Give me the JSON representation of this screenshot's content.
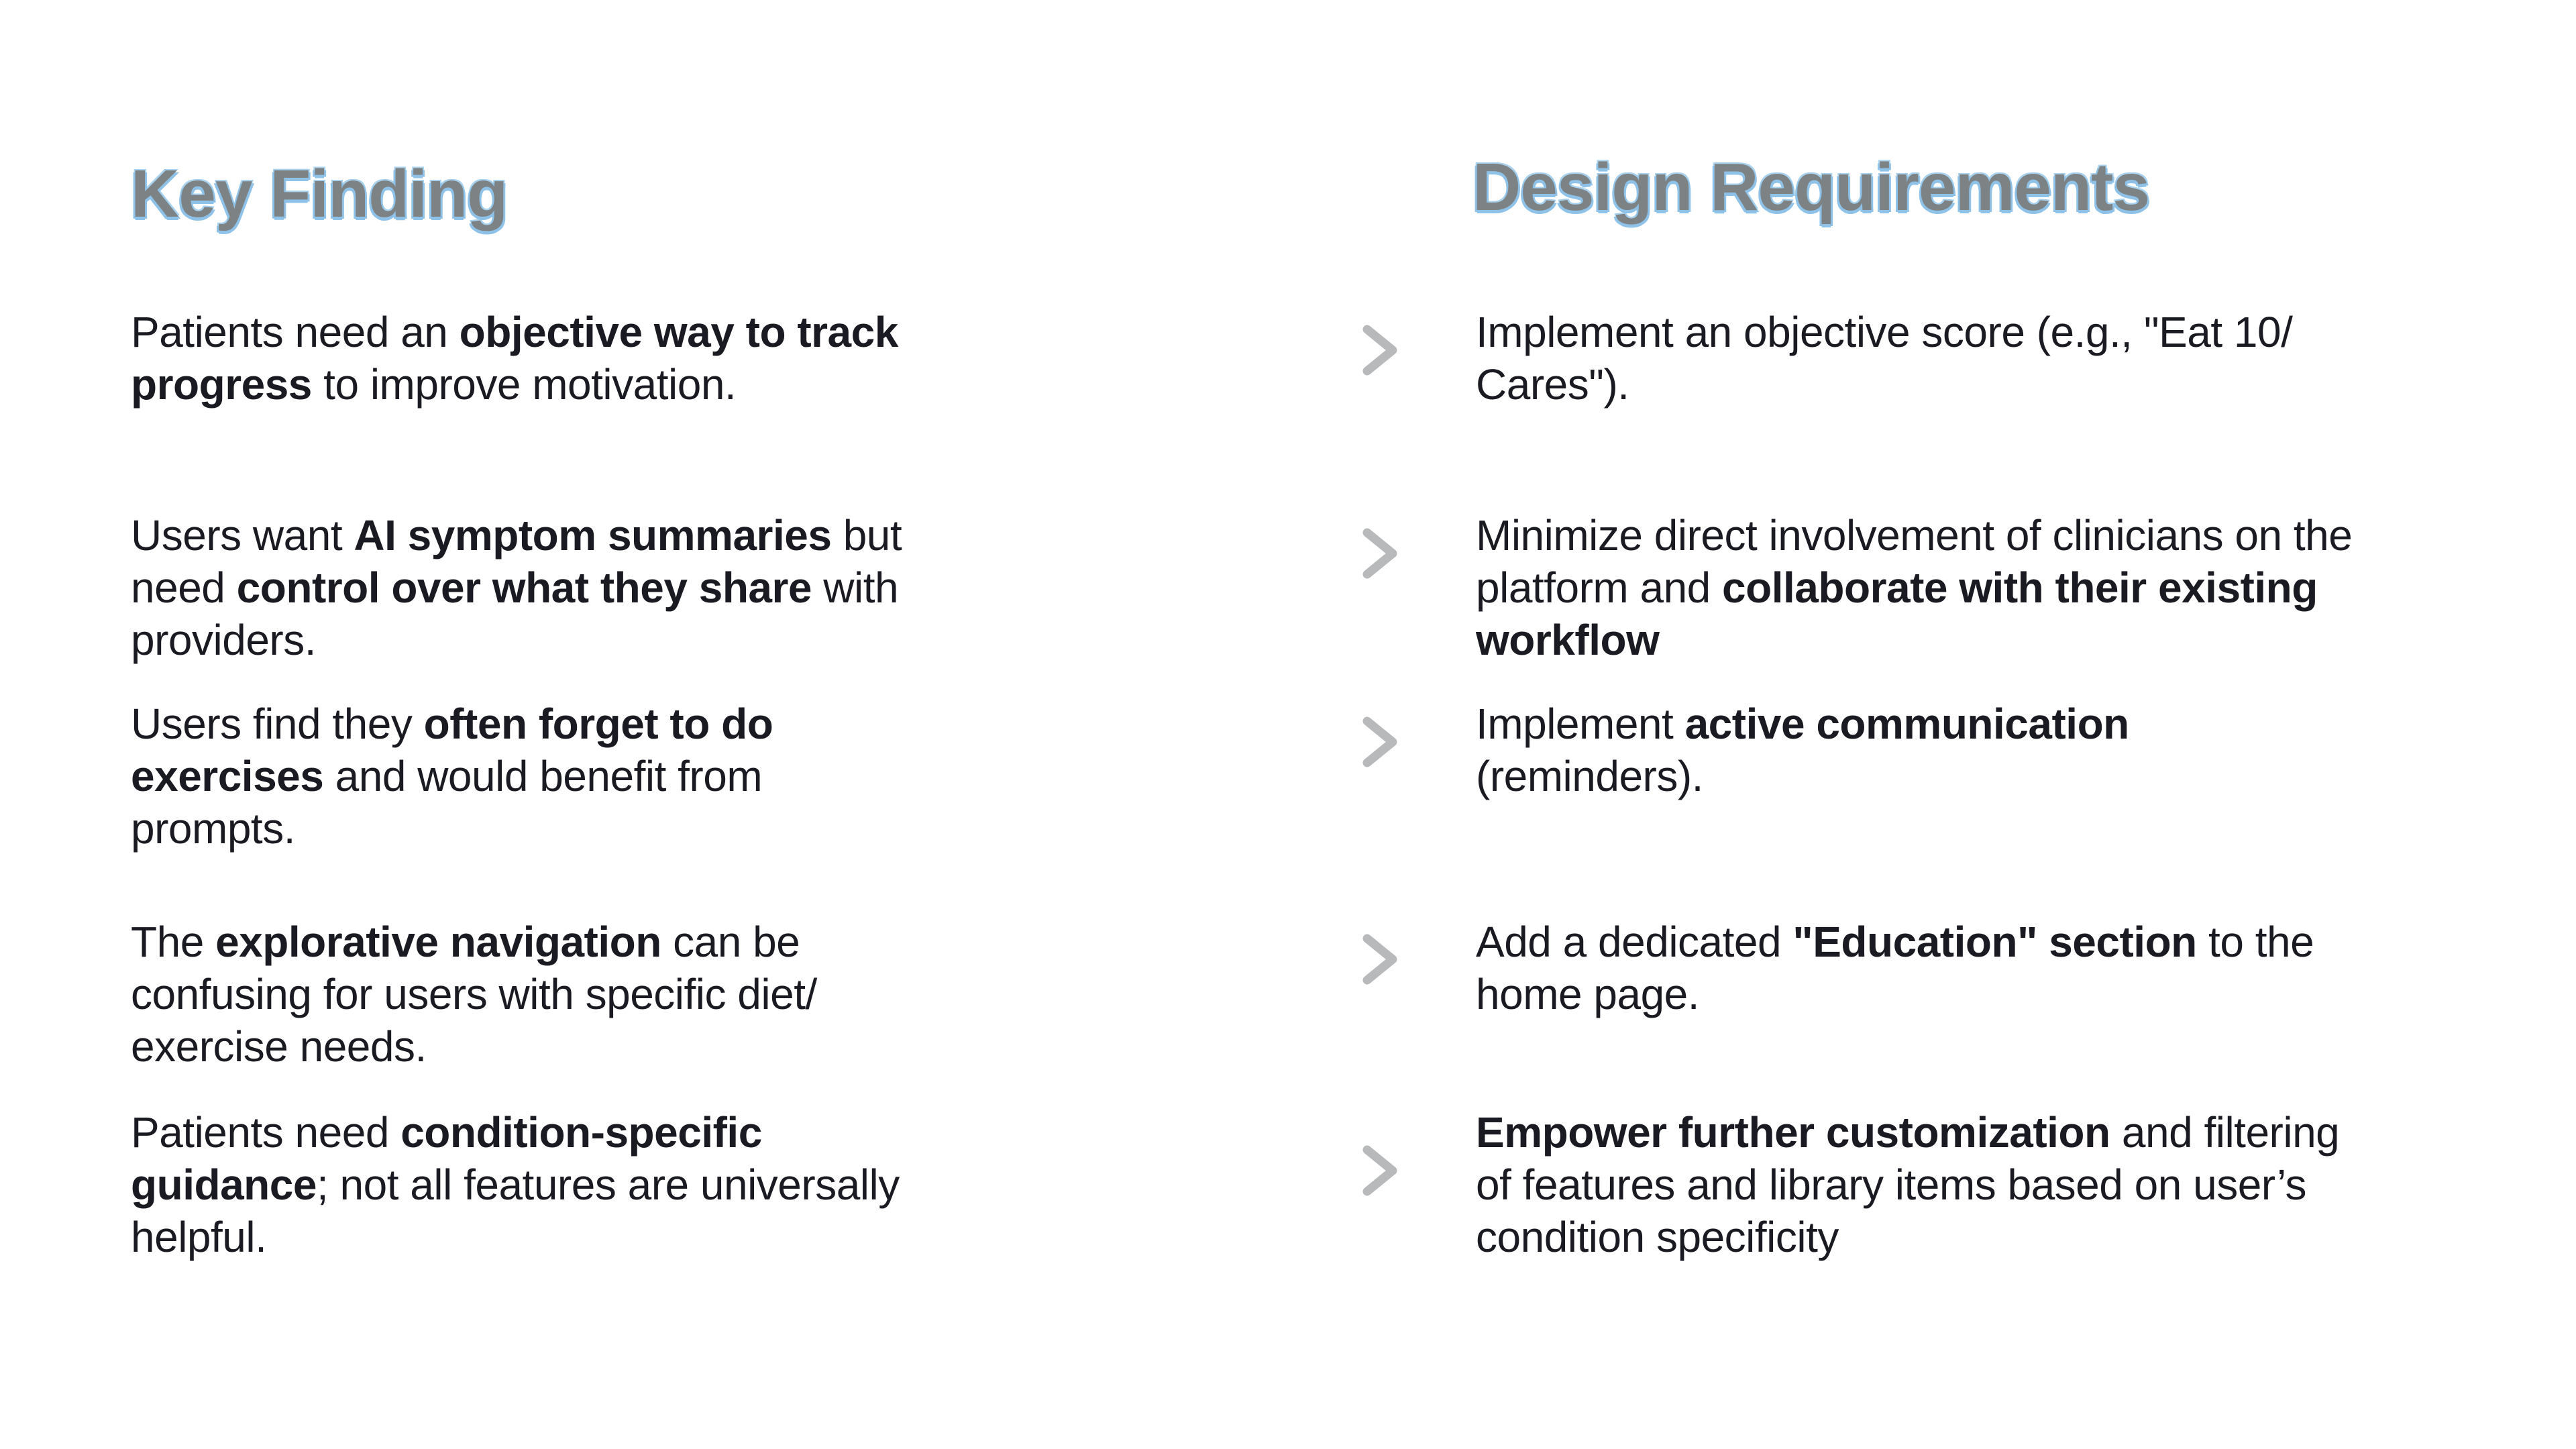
{
  "page": {
    "background": "#ffffff"
  },
  "headers": {
    "left": "Key Finding",
    "right": "Design Requirements",
    "color": "#7d8285",
    "outline_color": "#8ec2e8"
  },
  "text_color": "#1a1a22",
  "arrow": {
    "icon": "arrow-right",
    "line_start_color": "#85aed3",
    "line_end_color": "#b7b9bb",
    "head_color": "#b7b9bb"
  },
  "rows": [
    {
      "finding": [
        [
          {
            "t": "Patients need an ",
            "b": false
          },
          {
            "t": "objective way to track",
            "b": true
          }
        ],
        [
          {
            "t": "progress",
            "b": true
          },
          {
            "t": " to improve motivation.",
            "b": false
          }
        ]
      ],
      "requirement": [
        [
          {
            "t": "Implement an objective score (e.g., \"Eat 10/",
            "b": false
          }
        ],
        [
          {
            "t": "Cares\").",
            "b": false
          }
        ]
      ]
    },
    {
      "finding": [
        [
          {
            "t": "Users want ",
            "b": false
          },
          {
            "t": "AI symptom summaries",
            "b": true
          },
          {
            "t": " but",
            "b": false
          }
        ],
        [
          {
            "t": "need ",
            "b": false
          },
          {
            "t": "control over what they share",
            "b": true
          },
          {
            "t": " with",
            "b": false
          }
        ],
        [
          {
            "t": "providers.",
            "b": false
          }
        ]
      ],
      "requirement": [
        [
          {
            "t": "Minimize direct involvement of clinicians on the",
            "b": false
          }
        ],
        [
          {
            "t": "platform and ",
            "b": false
          },
          {
            "t": "collaborate with their existing",
            "b": true
          }
        ],
        [
          {
            "t": "workflow",
            "b": true
          }
        ]
      ]
    },
    {
      "finding": [
        [
          {
            "t": "Users find they ",
            "b": false
          },
          {
            "t": "often forget to do",
            "b": true
          }
        ],
        [
          {
            "t": "exercises",
            "b": true
          },
          {
            "t": " and would benefit from",
            "b": false
          }
        ],
        [
          {
            "t": "prompts.",
            "b": false
          }
        ]
      ],
      "requirement": [
        [
          {
            "t": "Implement ",
            "b": false
          },
          {
            "t": "active communication",
            "b": true
          }
        ],
        [
          {
            "t": "(reminders).",
            "b": false
          }
        ]
      ]
    },
    {
      "finding": [
        [
          {
            "t": "The ",
            "b": false
          },
          {
            "t": "explorative navigation",
            "b": true
          },
          {
            "t": " can be",
            "b": false
          }
        ],
        [
          {
            "t": "confusing for users with specific diet/",
            "b": false
          }
        ],
        [
          {
            "t": "exercise needs.",
            "b": false
          }
        ]
      ],
      "requirement": [
        [
          {
            "t": "Add a dedicated ",
            "b": false
          },
          {
            "t": "\"Education\" section",
            "b": true
          },
          {
            "t": " to the",
            "b": false
          }
        ],
        [
          {
            "t": "home page.",
            "b": false
          }
        ]
      ]
    },
    {
      "finding": [
        [
          {
            "t": "Patients need ",
            "b": false
          },
          {
            "t": "condition-specific",
            "b": true
          }
        ],
        [
          {
            "t": "guidance",
            "b": true
          },
          {
            "t": "; not all features are universally",
            "b": false
          }
        ],
        [
          {
            "t": "helpful.",
            "b": false
          }
        ]
      ],
      "requirement": [
        [
          {
            "t": "Empower further customization",
            "b": true
          },
          {
            "t": " and filtering",
            "b": false
          }
        ],
        [
          {
            "t": "of features and library items based on user’s",
            "b": false
          }
        ],
        [
          {
            "t": "condition specificity",
            "b": false
          }
        ]
      ]
    }
  ]
}
